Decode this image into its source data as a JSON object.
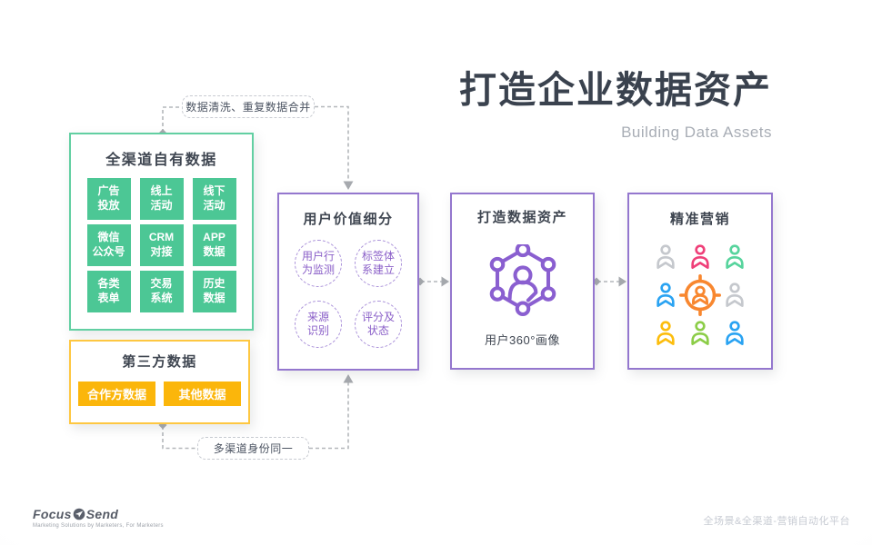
{
  "header": {
    "title": "打造企业数据资产",
    "subtitle": "Building Data Assets"
  },
  "callouts": {
    "top": "数据清洗、重复数据合并",
    "bottom": "多渠道身份同一"
  },
  "own_data": {
    "title": "全渠道自有数据",
    "items": [
      "广告\n投放",
      "线上\n活动",
      "线下\n活动",
      "微信\n公众号",
      "CRM\n对接",
      "APP\n数据",
      "各类\n表单",
      "交易\n系统",
      "历史\n数据"
    ]
  },
  "third_party": {
    "title": "第三方数据",
    "items": [
      "合作方数据",
      "其他数据"
    ]
  },
  "segmentation": {
    "title": "用户价值细分",
    "circles": [
      "用户行\n为监测",
      "标签体\n系建立",
      "来源\n识别",
      "评分及\n状态"
    ]
  },
  "asset": {
    "title": "打造数据资产",
    "caption": "用户360°画像",
    "icon": "user-network-hexagon-icon"
  },
  "marketing": {
    "title": "精准营销",
    "persons": [
      {
        "icon": "person-icon",
        "color": "#c5c8cd"
      },
      {
        "icon": "person-icon",
        "color": "#ef4079"
      },
      {
        "icon": "person-icon",
        "color": "#57d49d"
      },
      {
        "icon": "person-icon",
        "color": "#2aa3f2"
      },
      {
        "icon": "person-target-icon",
        "color": "#f8872f"
      },
      {
        "icon": "person-icon",
        "color": "#c5c8cd"
      },
      {
        "icon": "person-icon",
        "color": "#fcbd0d"
      },
      {
        "icon": "person-icon",
        "color": "#8ccd48"
      },
      {
        "icon": "person-icon",
        "color": "#2aa3f2"
      }
    ]
  },
  "footer": {
    "logo_focus": "Focus",
    "logo_send": "Send",
    "tagline": "Marketing Solutions by Marketers, For Marketers",
    "platform": "全场景&全渠道-营销自动化平台"
  },
  "colors": {
    "green_border": "#62cfa2",
    "green_button": "#4cc795",
    "yellow_border": "#fec741",
    "yellow_button": "#fbb60b",
    "purple_border": "#9477ce",
    "purple_accent": "#8a5fd0",
    "connector": "#b4b7bb",
    "title_dark": "#3a424e"
  }
}
